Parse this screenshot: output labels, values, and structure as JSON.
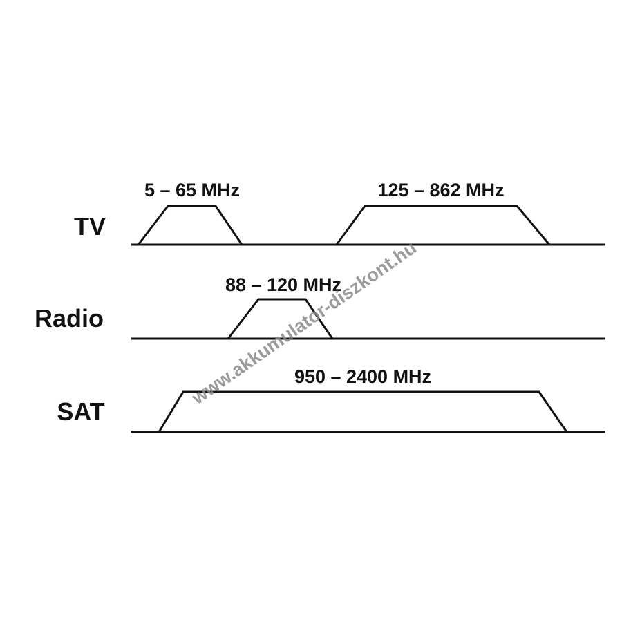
{
  "rows": [
    {
      "label": "TV",
      "bands": [
        "5 – 65 MHz",
        "125 – 862 MHz"
      ]
    },
    {
      "label": "Radio",
      "bands": [
        "88 – 120 MHz"
      ]
    },
    {
      "label": "SAT",
      "bands": [
        "950 – 2400 MHz"
      ]
    }
  ],
  "watermark": "www.akkumulator-diszkont.hu"
}
